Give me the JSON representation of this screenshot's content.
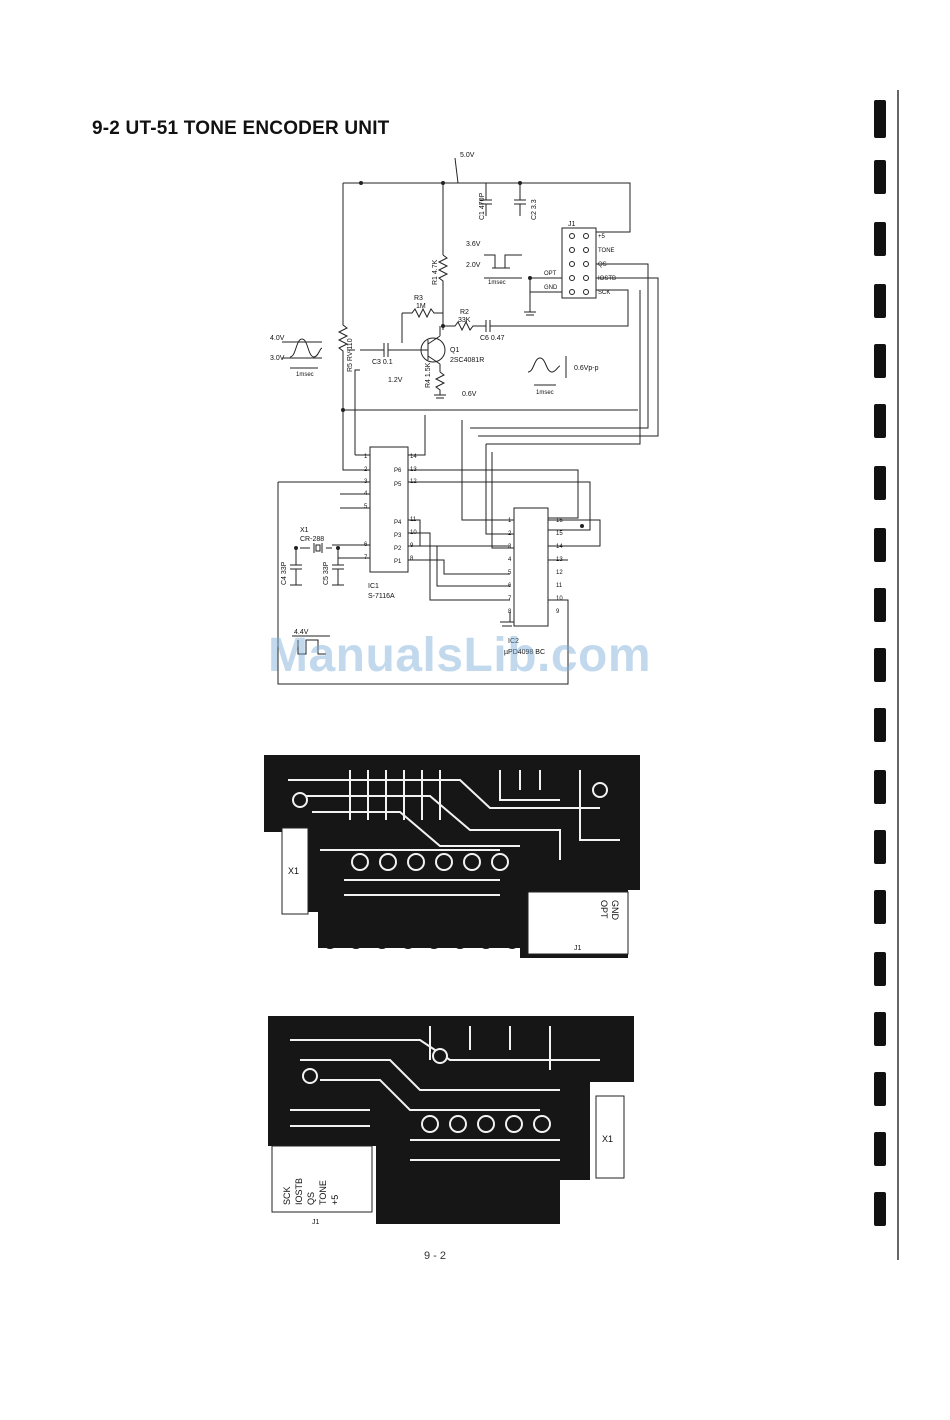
{
  "page": {
    "title": "9-2 UT-51 TONE ENCODER UNIT",
    "watermark": "ManualsLib.com",
    "page_number": "9 - 2"
  },
  "schematic": {
    "supply_voltage": "5.0V",
    "components": {
      "c1": "C1 470P",
      "c2": "C2 3.3",
      "r1": "R1 4.7K",
      "r2": "R2",
      "r2_value": "33K",
      "r3": "R3",
      "r3_value": "1M",
      "c6": "C6 0.47",
      "r5": "R5 RV-110",
      "c3": "C3 0.1",
      "q1": "Q1",
      "q1_part": "2SC4081R",
      "r4": "R4 1.5K",
      "x1": "X1",
      "x1_part": "CR-288",
      "c4": "C4 33P",
      "c5": "C5 33P",
      "ic1": "IC1",
      "ic1_part": "S-7116A",
      "ic2": "IC2",
      "ic2_part": "µPD4098 BC",
      "j1": "J1"
    },
    "voltages": {
      "base": "1.2V",
      "emitter": "0.6V",
      "in_high": "4.0V",
      "in_low": "3.0V",
      "out_high": "3.6V",
      "out_low": "2.0V",
      "out_ptp": "0.6Vp-p",
      "clock": "4.4V"
    },
    "timebase": "1msec",
    "j1_pins": [
      "+5",
      "TONE",
      "QS",
      "IOSTB",
      "SCK"
    ],
    "j1_side": [
      "OPT",
      "GND"
    ],
    "ic1_pins_left": [
      "1",
      "2",
      "3",
      "4",
      "5",
      "6",
      "7"
    ],
    "ic1_pins_right": [
      "14",
      "13",
      "12",
      "11",
      "10",
      "9",
      "8"
    ],
    "ic1_port_labels": [
      "P6",
      "P5",
      "P4",
      "P3",
      "P2",
      "P1"
    ],
    "ic2_pins_left": [
      "1",
      "2",
      "3",
      "4",
      "5",
      "6",
      "7",
      "8"
    ],
    "ic2_pins_right": [
      "16",
      "15",
      "14",
      "13",
      "12",
      "11",
      "10",
      "9"
    ]
  },
  "pcb_top": {
    "x1_label": "X1",
    "connector_labels": [
      "GND",
      "OPT"
    ],
    "j1_label": "J1"
  },
  "pcb_bottom": {
    "x1_label": "X1",
    "connector_labels": [
      "+5",
      "TONE",
      "QS",
      "IOSTB",
      "SCK"
    ],
    "j1_label": "J1"
  }
}
